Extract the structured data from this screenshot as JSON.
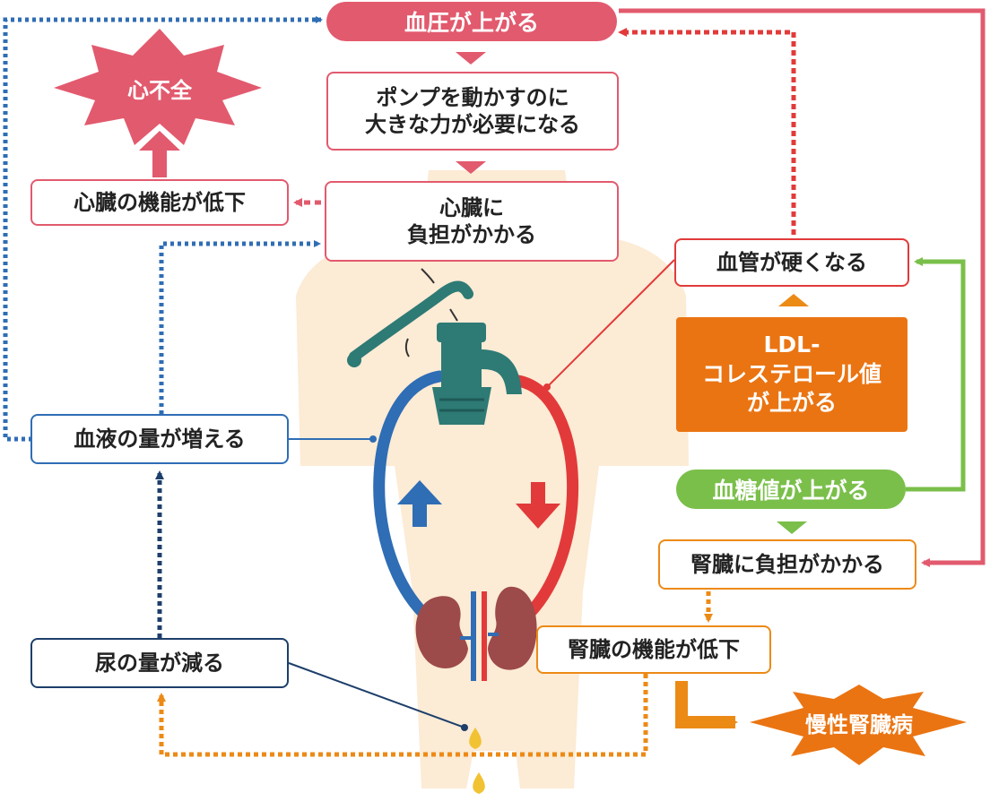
{
  "colors": {
    "pink": "#e25a6e",
    "red": "#e23a3a",
    "blue": "#2f6db5",
    "navy": "#1d3f6a",
    "orange": "#ec8a16",
    "orange_dark": "#ea7412",
    "green": "#7abf4a",
    "skin": "#fcebd5",
    "kidney": "#9c4a4a",
    "pump": "#2e7a75",
    "urine": "#f1c232"
  },
  "nodes": {
    "bp_rise": "血圧が上がる",
    "pump_force": "ポンプを動かすのに\n大きな力が必要になる",
    "heart_load": "心臓に\n負担がかかる",
    "heart_failure": "心不全",
    "heart_decline": "心臓の機能が低下",
    "blood_volume": "血液の量が増える",
    "urine_decrease": "尿の量が減る",
    "vessel_harden": "血管が硬くなる",
    "ldl_rise": "LDL-\nコレステロール値\nが上がる",
    "sugar_rise": "血糖値が上がる",
    "kidney_load": "腎臓に負担がかかる",
    "kidney_decline": "腎臓の機能が低下",
    "ckd": "慢性腎臓病"
  },
  "icons": [
    "water-pump-icon",
    "kidney-icon",
    "up-arrow-icon",
    "down-arrow-icon",
    "urine-drop-icon",
    "body-silhouette"
  ]
}
